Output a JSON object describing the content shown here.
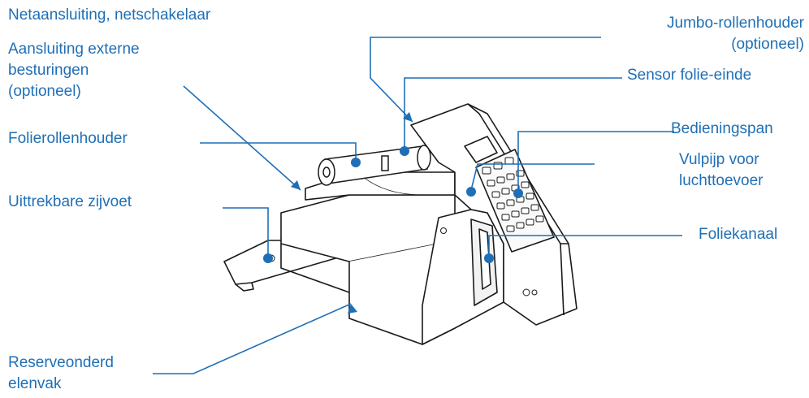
{
  "labels": {
    "net": "Netaansluiting, netschakelaar",
    "extern": "Aansluiting externe besturingen (optioneel)",
    "extern_l1": "Aansluiting externe",
    "extern_l2": "besturingen",
    "extern_l3": "(optioneel)",
    "folierol": "Folierollenhouder",
    "zijvoet": "Uittrekbare zijvoet",
    "reserve_l1": "Reserveonderd",
    "reserve_l2": "elenvak",
    "jumbo_l1": "Jumbo-rollenhouder",
    "jumbo_l2": "(optioneel)",
    "sensor": "Sensor folie-einde",
    "bediening": "Bedieningspan",
    "vulpijp_l1": "Vulpijp voor",
    "vulpijp_l2": "luchttoevoer",
    "foliekanaal": "Foliekanaal"
  },
  "colors": {
    "label": "#1f6fb6",
    "leader": "#1f6fb6",
    "outline": "#1a1a1a",
    "marker": "#1f6fb6"
  }
}
